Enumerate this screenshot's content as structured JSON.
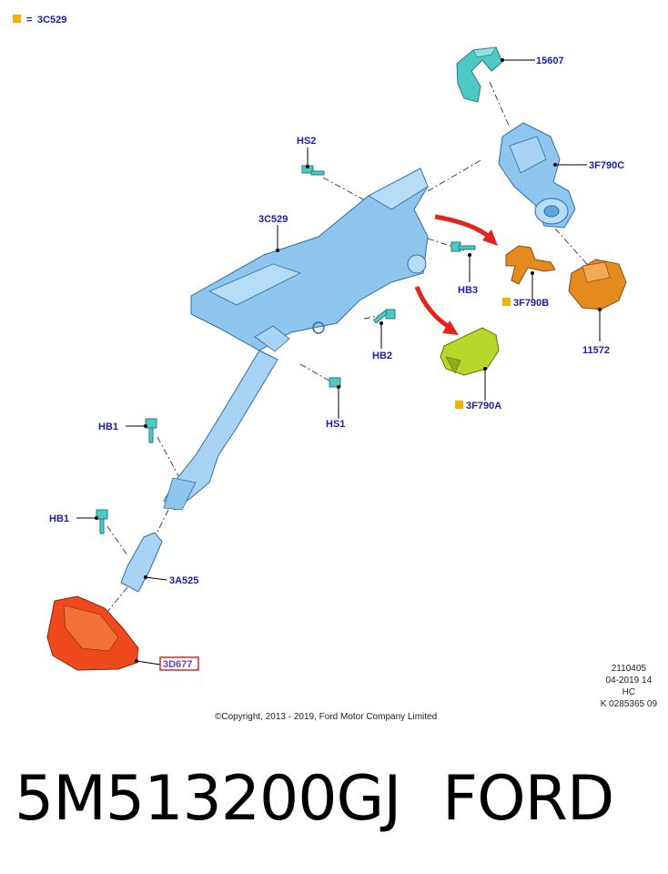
{
  "legend": {
    "swatch_color": "#f0b400",
    "symbol": "=",
    "ref": "3C529"
  },
  "callouts": {
    "p15607": "15607",
    "p3F790C": "3F790C",
    "pHS2": "HS2",
    "p3C529": "3C529",
    "pHB3": "HB3",
    "p3F790B": "3F790B",
    "p11572": "11572",
    "pHB2": "HB2",
    "pHS1": "HS1",
    "p3F790A": "3F790A",
    "pHB1a": "HB1",
    "pHB1b": "HB1",
    "p3A525": "3A525",
    "p3D677": "3D677"
  },
  "meta": {
    "line1": "2110405",
    "line2": "04-2019 14",
    "line3": "HC",
    "line4": "K 0285365 09"
  },
  "copyright": "©Copyright, 2013 - 2019, Ford Motor Company Limited",
  "caption": {
    "part_number": "5M513200GJ",
    "brand": "FORD"
  },
  "colors": {
    "callout_text": "#1b1fa8",
    "column_blue": "#8fc6ee",
    "fastener_teal": "#4fc9c5",
    "lock_orange": "#e58a1e",
    "shroud_red": "#ef4a1e",
    "switch_green": "#b6d82a",
    "arrow_red": "#e4241c"
  }
}
